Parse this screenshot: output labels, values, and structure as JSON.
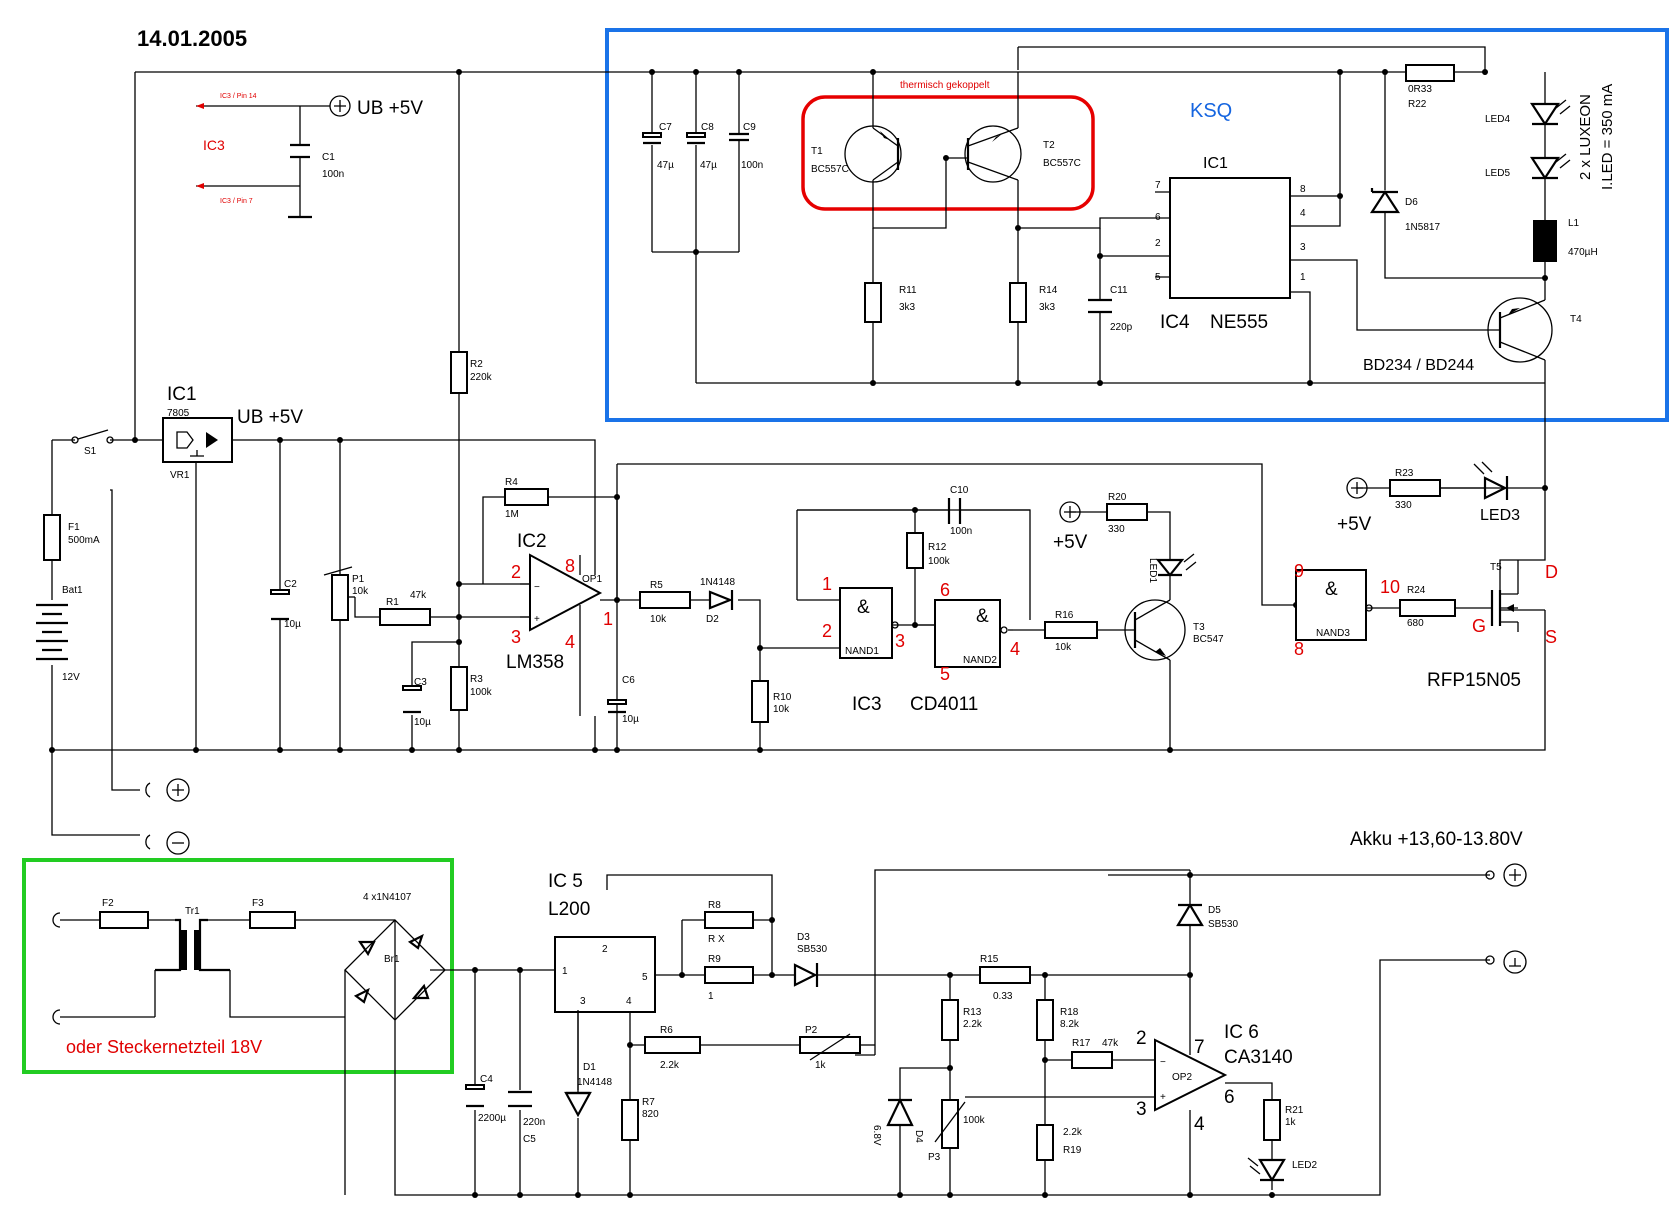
{
  "header": {
    "date": "14.01.2005"
  },
  "groups": {
    "ksq_label": "KSQ",
    "thermal_label": "thermisch gekoppelt",
    "supply_alt_label": "oder Steckernetzteil  18V",
    "colors": {
      "ksq": "#1a73e8",
      "thermal": "#e60000",
      "supply": "#22cc22"
    }
  },
  "labels": {
    "ub5v": "UB +5V",
    "ic3_pin14": "IC3 / Pin 14",
    "ic3_pin7": "IC3 / Pin 7",
    "ic3_red": "IC3",
    "c1": "C1",
    "c1_val": "100n",
    "c7": "C7",
    "c7_val": "47µ",
    "c8": "C8",
    "c8_val": "47µ",
    "c9": "C9",
    "c9_val": "100n",
    "t1": "T1",
    "t1_val": "BC557C",
    "t2": "T2",
    "t2_val": "BC557C",
    "r11": "R11",
    "r11_val": "3k3",
    "r14": "R14",
    "r14_val": "3k3",
    "c11": "C11",
    "c11_val": "220p",
    "ic1_top": "IC1",
    "ic4": "IC4",
    "ne555": "NE555",
    "r22_val": "0R33",
    "r22": "R22",
    "d6": "D6",
    "d6_val": "1N5817",
    "led4": "LED4",
    "led5": "LED5",
    "luxeon1": "2 x LUXEON",
    "luxeon2": "I.LED = 350 mA",
    "l1": "L1",
    "l1_val": "470µH",
    "t4": "T4",
    "bd": "BD234 / BD244",
    "ic1_reg": "IC1",
    "reg_type": "7805",
    "vr1": "VR1",
    "s1": "S1",
    "f1": "F1",
    "f1_val": "500mA",
    "bat1": "Bat1",
    "bat_val": "12V",
    "r2": "R2",
    "r2_val": "220k",
    "r3": "R3",
    "r3_val": "100k",
    "c2": "C2",
    "c2_val": "10µ",
    "p1": "P1",
    "p1_val": "10k",
    "r1": "R1",
    "r1_val": "47k",
    "c3": "C3",
    "c3_val": "10µ",
    "r4": "R4",
    "r4_val": "1M",
    "ic2": "IC2",
    "op1": "OP1",
    "lm358": "LM358",
    "r5": "R5",
    "r5_val": "10k",
    "d2_type": "1N4148",
    "d2": "D2",
    "c6": "C6",
    "c6_val": "10µ",
    "r10": "R10",
    "r10_val": "10k",
    "c10": "C10",
    "c10_val": "100n",
    "r12": "R12",
    "r12_val": "100k",
    "nand1": "NAND1",
    "nand2": "NAND2",
    "nand3": "NAND3",
    "ic3": "IC3",
    "cd4011": "CD4011",
    "plus5v": "+5V",
    "r20": "R20",
    "r20_val": "330",
    "led1": "LED1",
    "r16": "R16",
    "r16_val": "10k",
    "t3": "T3",
    "t3_val": "BC547",
    "r23": "R23",
    "r23_val": "330",
    "led3": "LED3",
    "r24": "R24",
    "r24_val": "680",
    "t5": "T5",
    "rfp": "RFP15N05",
    "amp": "&",
    "pins": {
      "p2": "2",
      "p8": "8",
      "p3": "3",
      "p4": "4",
      "p1": "1",
      "n1": "1",
      "n2": "2",
      "n3": "3",
      "n6": "6",
      "n5": "5",
      "n4": "4",
      "n9": "9",
      "n8": "8",
      "n10": "10",
      "d": "D",
      "g": "G",
      "s": "S"
    },
    "ic4_pins": {
      "p7": "7",
      "p6": "6",
      "p2": "2",
      "p5": "5",
      "p8": "8",
      "p4": "4",
      "p3": "3",
      "p1": "1"
    },
    "akku": "Akku +13,60-13.80V",
    "f2": "F2",
    "tr1": "Tr1",
    "f3": "F3",
    "br_type": "4 x1N4107",
    "br1": "Br1",
    "ic5": "IC 5",
    "l200": "L200",
    "ic5_pins": {
      "p1": "1",
      "p2": "2",
      "p3": "3",
      "p4": "4",
      "p5": "5"
    },
    "r8": "R8",
    "rx": "R X",
    "r9": "R9",
    "r9_val": "1",
    "d3": "D3",
    "d3_val": "SB530",
    "r15": "R15",
    "r15_val": "0.33",
    "d5": "D5",
    "d5_val": "SB530",
    "r6": "R6",
    "r6_val": "2.2k",
    "p2": "P2",
    "p2_val": "1k",
    "r13": "R13",
    "r13_val": "2.2k",
    "r18": "R18",
    "r18_val": "8.2k",
    "r17": "R17",
    "r17_val": "47k",
    "op2": "OP2",
    "ic6": "IC 6",
    "ca3140": "CA3140",
    "op2_pins": {
      "p2": "2",
      "p7": "7",
      "p3": "3",
      "p6": "6",
      "p4": "4"
    },
    "c4": "C4",
    "c4_val": "2200µ",
    "c5_val": "220n",
    "c5": "C5",
    "d1": "D1",
    "d1_val": "1N4148",
    "r7": "R7",
    "r7_val": "820",
    "d4": "D4",
    "d4_val": "6.8V",
    "p3_val": "100k",
    "p3": "P3",
    "r19_val": "2.2k",
    "r19": "R19",
    "r21": "R21",
    "r21_val": "1k",
    "led2": "LED2"
  }
}
